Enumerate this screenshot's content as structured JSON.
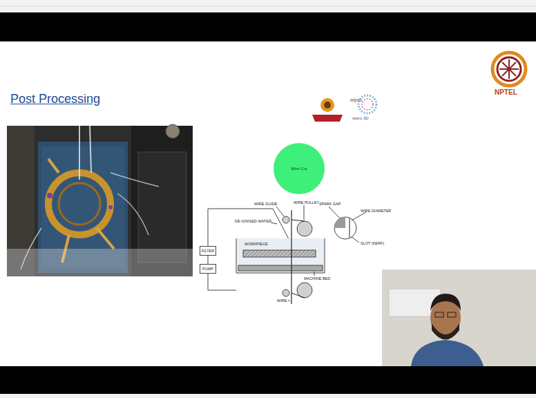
{
  "diagram": {
    "title": "Post Processing",
    "nodes": [
      {
        "text": [
          "Wire Cut"
        ]
      },
      {
        "text": [
          "FILTER"
        ]
      },
      {
        "text": [
          "PUMP"
        ]
      }
    ],
    "edges": [
      {
        "from": 2,
        "to": 1,
        "arrow": "none"
      }
    ],
    "labels": [
      "wipro",
      "wipro 3D",
      "NPTEL",
      "WIRE GUIDE",
      "WIRE PULLEY",
      "SPARK GAP",
      "WIRE DIAMETER",
      "DE-IONISED WATER",
      "SLOT (KERF)",
      "WORKPIECE",
      "MACHINE BED",
      "WIRE"
    ]
  }
}
